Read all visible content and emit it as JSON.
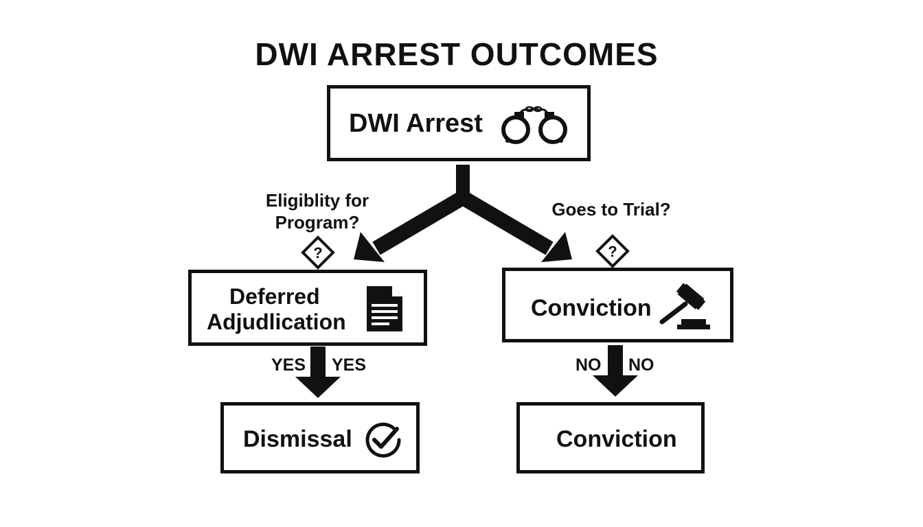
{
  "title": "DWI ARREST OUTCOMES",
  "nodes": {
    "arrest": {
      "label": "DWI Arrest",
      "icon": "handcuffs-icon"
    },
    "deferred": {
      "label_line1": "Deferred",
      "label_line2": "Adjudlication",
      "icon": "document-icon"
    },
    "conviction_mid": {
      "label": "Conviction",
      "icon": "gavel-icon"
    },
    "dismissal": {
      "label": "Dismissal",
      "icon": "checkmark-circle-icon"
    },
    "conviction_bottom": {
      "label": "Conviction"
    }
  },
  "decisions": {
    "left": {
      "line1": "Eligiblity for",
      "line2": "Program?",
      "icon": "question-diamond-icon"
    },
    "right": {
      "line1": "Goes to Trial?",
      "icon": "question-diamond-icon"
    }
  },
  "edge_labels": {
    "left_a": "YES",
    "left_b": "YES",
    "right_a": "NO",
    "right_b": "NO"
  },
  "colors": {
    "ink": "#111111",
    "background": "#ffffff"
  }
}
